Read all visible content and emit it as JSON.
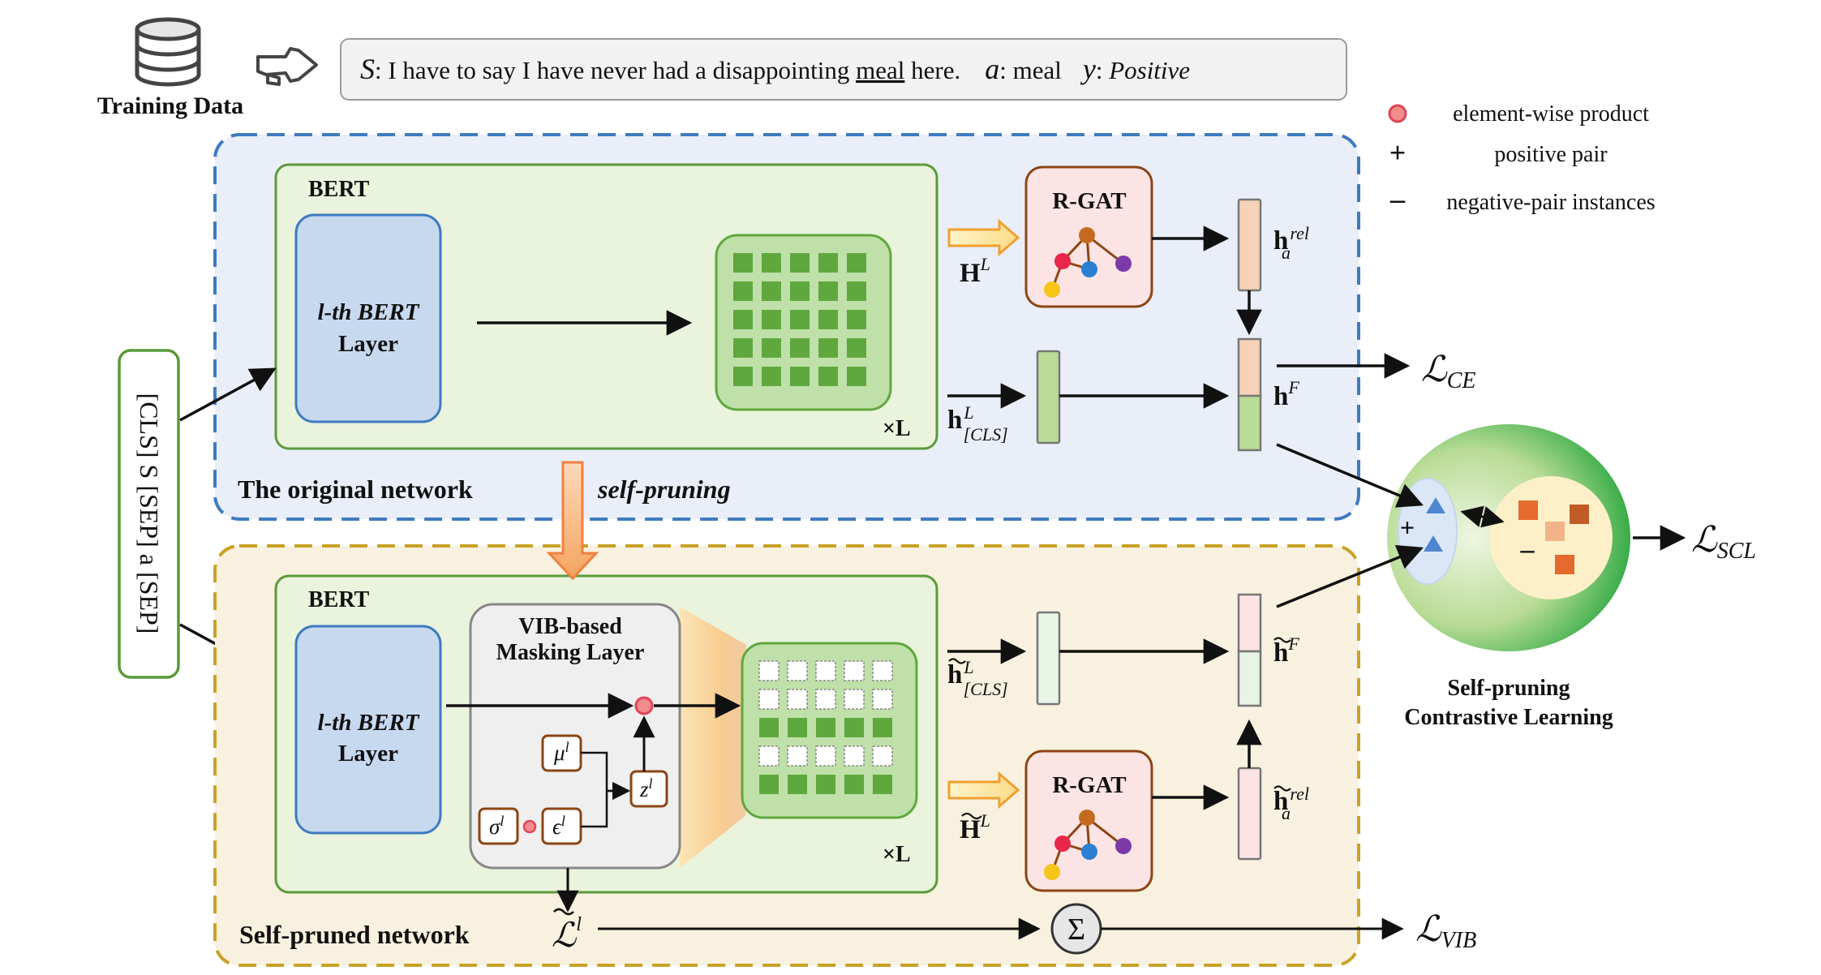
{
  "training_data": {
    "label": "Training Data",
    "sentence_prefix_var": "S",
    "sentence_text": ": I have to say I have never had a disappointing ",
    "sentence_aspect": "meal",
    "sentence_suffix": " here.",
    "aspect_var": "a",
    "aspect_text": ": meal",
    "label_var": "y",
    "label_colon": ": ",
    "label_value": "Positive"
  },
  "legend": {
    "items": [
      {
        "symbol": "dot",
        "text": "element-wise product"
      },
      {
        "symbol": "+",
        "text": "positive pair"
      },
      {
        "symbol": "–",
        "text": "negative-pair instances"
      }
    ]
  },
  "input_tokens": "[CLS] S [SEP] a [SEP]",
  "original_network": {
    "title": "The original network",
    "bert_label": "BERT",
    "layer_label_line1": "l-th BERT",
    "layer_label_line2": "Layer",
    "repeat_label": "×L",
    "rgat_label": "R-GAT",
    "h_L": "H",
    "h_L_sup": "L",
    "h_cls": "h",
    "h_cls_sup": "L",
    "h_cls_sub": "[CLS]",
    "h_rel": "h",
    "h_rel_sub": "a",
    "h_rel_sup": "rel",
    "h_F": "h",
    "h_F_sup": "F"
  },
  "self_pruning_label": "self-pruning",
  "pruned_network": {
    "title": "Self-pruned network",
    "bert_label": "BERT",
    "layer_label_line1": "l-th BERT",
    "layer_label_line2": "Layer",
    "vib_line1": "VIB-based",
    "vib_line2": "Masking Layer",
    "mu": "μ",
    "sigma": "σ",
    "epsilon": "ϵ",
    "z": "z",
    "sup_l": "l",
    "repeat_label": "×L",
    "rgat_label": "R-GAT",
    "loss_l": "ℒ",
    "sum_symbol": "Σ"
  },
  "losses": {
    "ce_script": "ℒ",
    "ce_sub": "CE",
    "scl_script": "ℒ",
    "scl_sub": "SCL",
    "vib_script": "ℒ",
    "vib_sub": "VIB"
  },
  "contrastive": {
    "title_line1": "Self-pruning",
    "title_line2": "Contrastive Learning",
    "plus": "+",
    "minus": "–"
  },
  "colors": {
    "blue_dash": "#3e7bc0",
    "gold_dash": "#c9a227",
    "green_box": "#5a9a3a",
    "dark_green": "#5fa83e",
    "orange": "#f4a460",
    "brown": "#8b4513"
  },
  "mask_grid_pruned": [
    [
      0,
      0,
      0,
      0,
      0
    ],
    [
      0,
      0,
      0,
      0,
      0
    ],
    [
      1,
      1,
      1,
      1,
      1
    ],
    [
      0,
      0,
      0,
      0,
      0
    ],
    [
      1,
      1,
      1,
      1,
      1
    ]
  ]
}
